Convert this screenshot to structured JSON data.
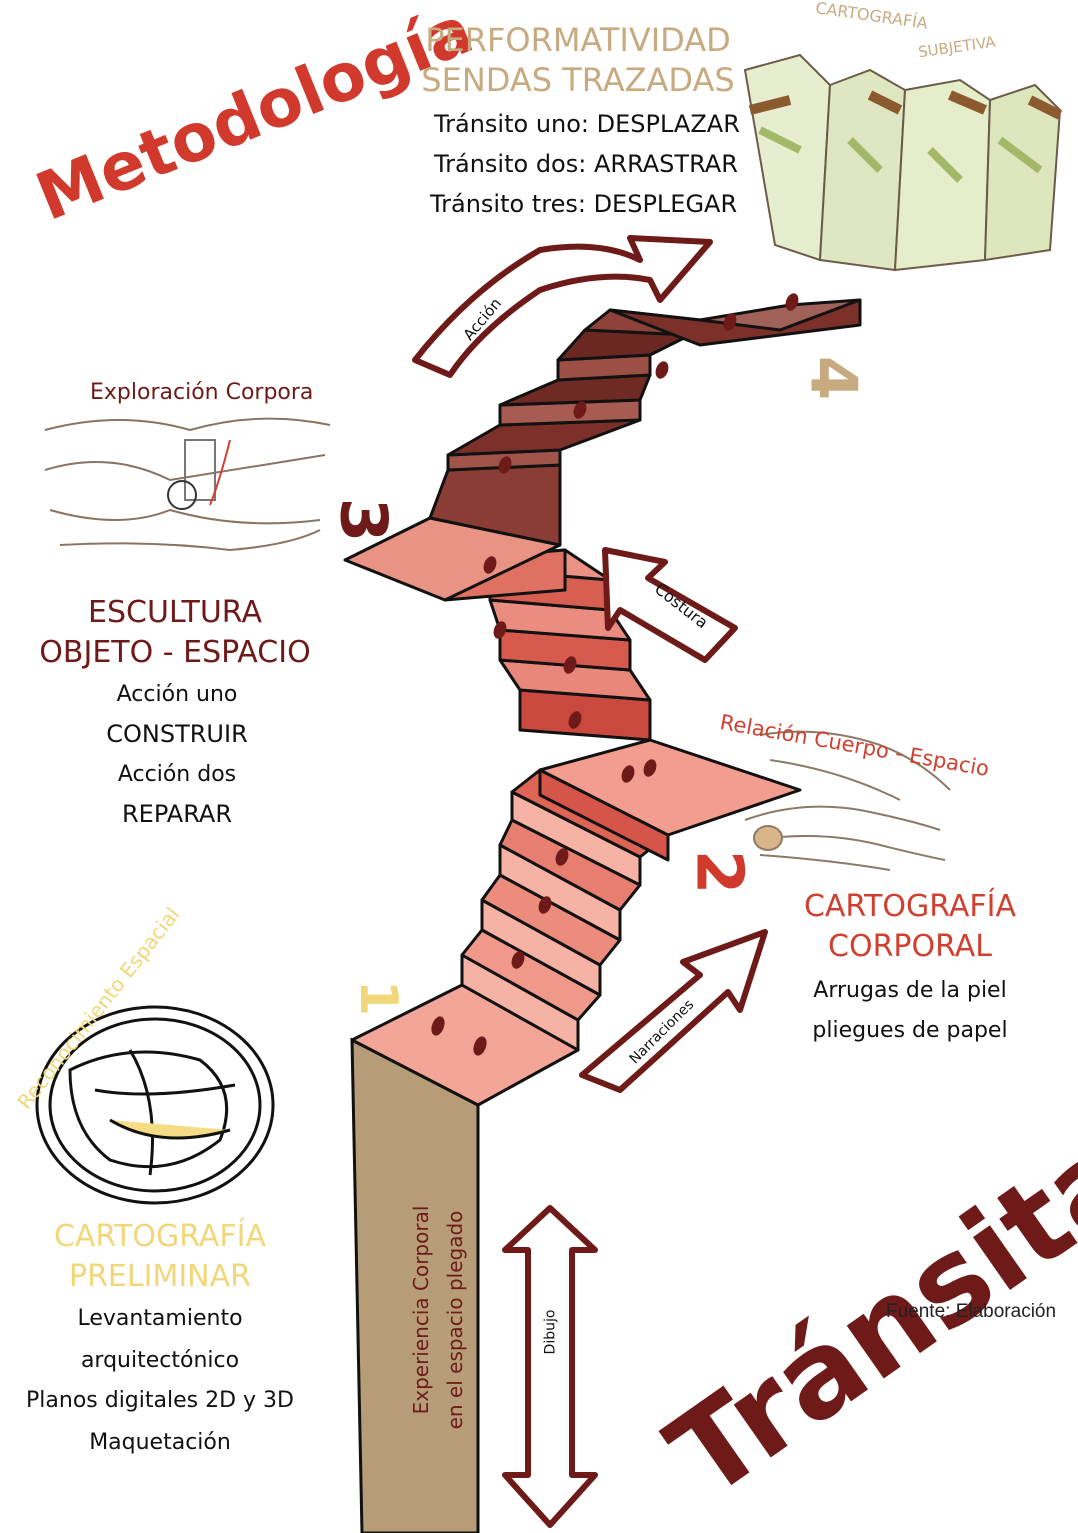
{
  "title": "Metodología",
  "footer_title": "Tránsitar",
  "source_note": "Fuente: Elaboración",
  "colors": {
    "red": "#d0392b",
    "maroon": "#6e1a18",
    "tan": "#c8aa80",
    "yellow": "#f2d77a",
    "stair_light": "#f2a699",
    "stair_mid": "#d9675b",
    "stair_dark": "#7a2e28",
    "column": "#b69d77"
  },
  "step_numbers": [
    "1",
    "2",
    "3",
    "4"
  ],
  "top_block": {
    "heading": [
      "PERFORMATIVIDAD",
      "SENDAS TRAZADAS"
    ],
    "lines": [
      {
        "label": "Tránsito uno:",
        "value": "DESPLAZAR"
      },
      {
        "label": "Tránsito dos:",
        "value": "ARRASTRAR"
      },
      {
        "label": "Tránsito tres:",
        "value": "DESPLEGAR"
      }
    ],
    "sketch_label": [
      "CARTOGRAFÍA",
      "SUBJETIVA"
    ]
  },
  "left_block": {
    "sketch_label": "Exploración Corpora",
    "heading": [
      "ESCULTURA",
      "OBJETO - ESPACIO"
    ],
    "lines": [
      "Acción uno",
      "CONSTRUIR",
      "Acción dos",
      "REPARAR"
    ]
  },
  "right_block": {
    "sketch_label": "Relación Cuerpo - Espacio",
    "heading": [
      "CARTOGRAFÍA",
      "CORPORAL"
    ],
    "lines": [
      "Arrugas de la piel",
      "pliegues de papel"
    ]
  },
  "bottom_left_block": {
    "sketch_label": "Reconocimiento Espacial",
    "heading": [
      "CARTOGRAFÍA",
      "PRELIMINAR"
    ],
    "lines": [
      "Levantamiento",
      "arquitectónico",
      "Planos digitales 2D y 3D",
      "Maquetación"
    ]
  },
  "arrows": {
    "accion": "Acción",
    "costura": "Costura",
    "narraciones": "Narraciones",
    "dibujo": "Dibujo"
  },
  "column_text": [
    "Experiencia Corporal",
    "en el espacio plegado"
  ]
}
